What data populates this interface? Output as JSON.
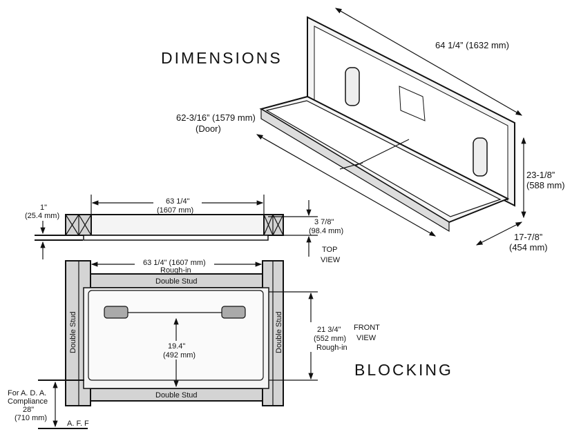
{
  "titles": {
    "dimensions": "DIMENSIONS",
    "blocking": "BLOCKING"
  },
  "iso": {
    "width": "64 1/4” (1632 mm)",
    "door_width": "62-3/16” (1579 mm)",
    "door_label": "(Door)",
    "height_in": "23-1/8”",
    "height_mm": "(588 mm)",
    "depth_in": "17-7/8”",
    "depth_mm": "(454 mm)"
  },
  "top_view": {
    "offset_in": "1\"",
    "offset_mm": "(25.4 mm)",
    "width_in": "63 1/4\"",
    "width_mm": "(1607 mm)",
    "depth_in": "3 7/8\"",
    "depth_mm": "(98.4 mm)",
    "label_1": "TOP",
    "label_2": "VIEW"
  },
  "front_view": {
    "width": "63 1/4\" (1607 mm)",
    "width_note": "Rough-in",
    "stud_top": "Double Stud",
    "stud_bottom": "Double Stud",
    "stud_left": "Double Stud",
    "stud_right": "Double Stud",
    "height_in": "21 3/4\"",
    "height_mm": "(552 mm)",
    "height_note": "Rough-in",
    "inner_in": "19.4\"",
    "inner_mm": "(492 mm)",
    "label_1": "FRONT",
    "label_2": "VIEW",
    "ada_1": "For A. D. A.",
    "ada_2": "Compliance",
    "ada_3": "28\"",
    "ada_4": "(710 mm)",
    "aff": "A. F. F"
  }
}
